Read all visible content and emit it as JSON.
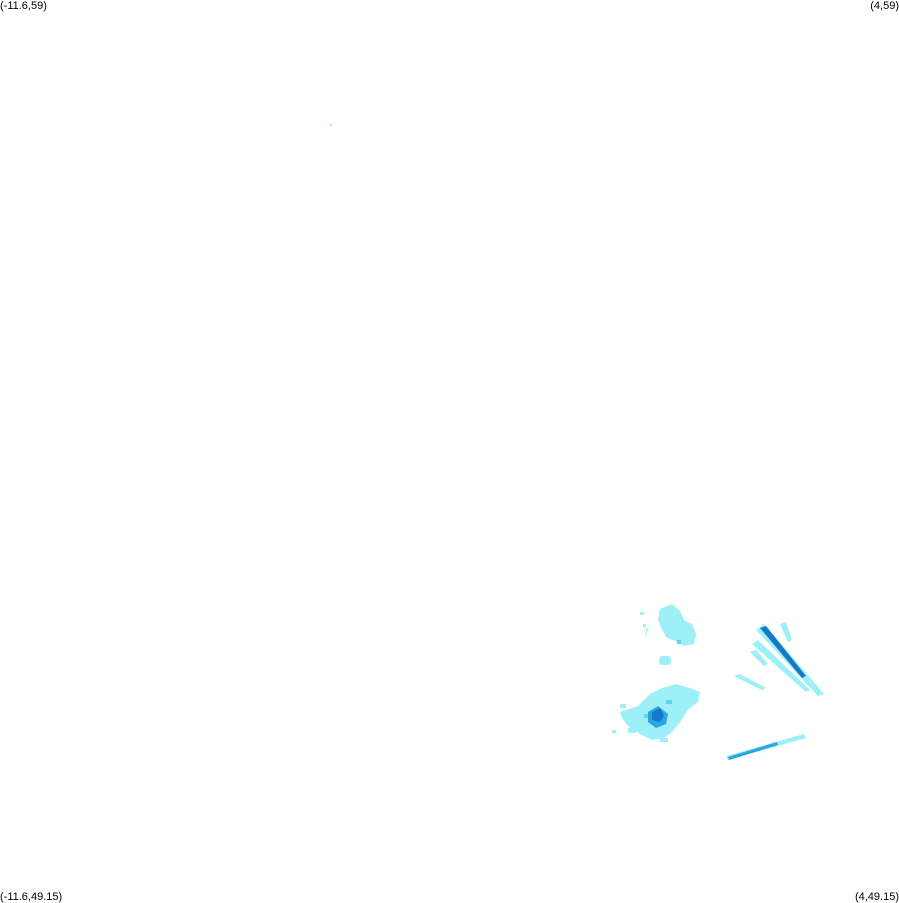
{
  "corners": {
    "top_left": "(-11.6,59)",
    "top_right": "(4,59)",
    "bottom_left": "(-11.6,49.15)",
    "bottom_right": "(4,49.15)"
  },
  "colors": {
    "light": "#9ef0f8",
    "medium": "#5fd3ef",
    "mid_blue": "#2aa6de",
    "dark": "#1778c8",
    "background": "#ffffff"
  }
}
